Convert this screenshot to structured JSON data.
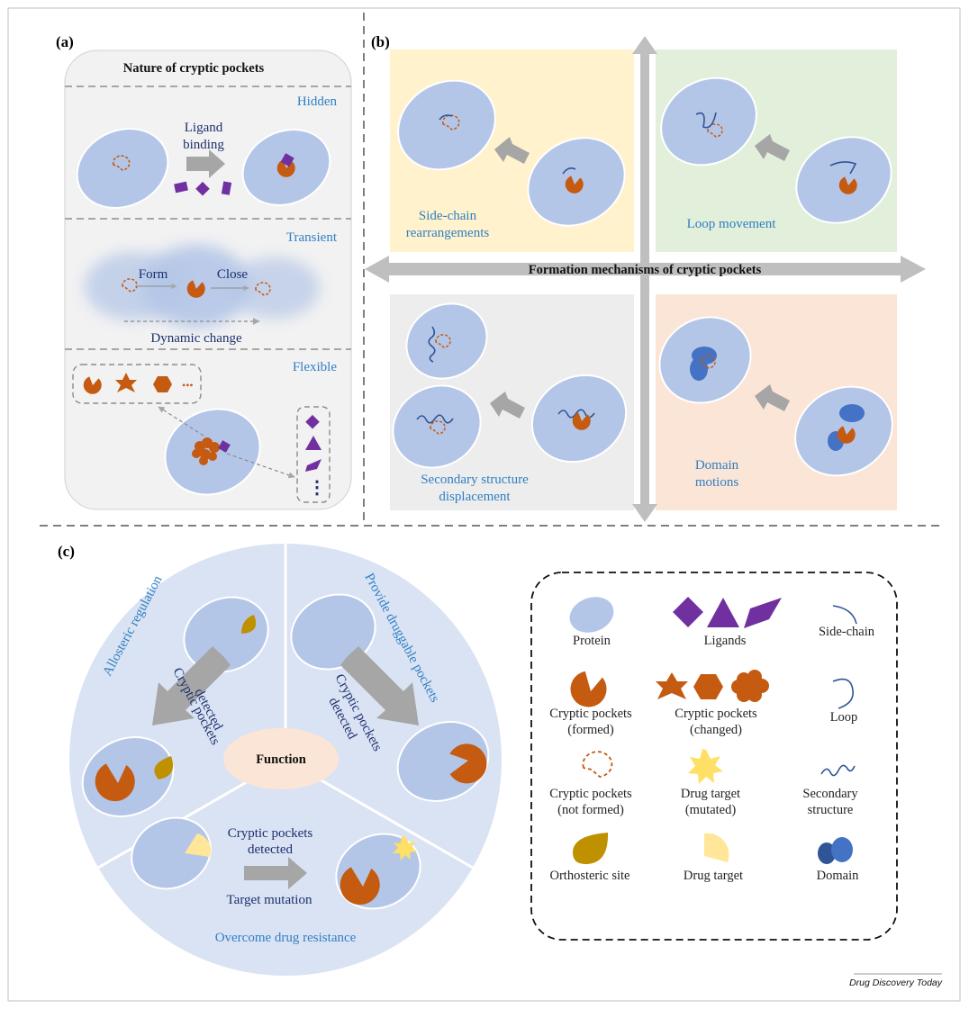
{
  "colors": {
    "protein": "#b4c6e7",
    "pocket": "#c55a11",
    "ligand": "#7030a0",
    "arrow": "#a6a6a6",
    "side_chain": "#2f5597",
    "orthosteric": "#bf9000",
    "drug_target": "#ffe699",
    "mutated": "#ffe066",
    "domain": "#4472c4",
    "text_blue": "#2f7fc4",
    "text_navy": "#1c2f6e",
    "quad_yellow": "#fff2cc",
    "quad_green": "#e2efda",
    "quad_gray": "#ededed",
    "quad_peach": "#fbe5d6",
    "function_center": "#fbe5d6",
    "circle_bg": "#dae3f3"
  },
  "panel_a": {
    "label": "(a)",
    "title": "Nature of cryptic pockets",
    "sections": {
      "hidden": {
        "label": "Hidden",
        "arrow_text": [
          "Ligand",
          "binding"
        ]
      },
      "transient": {
        "label": "Transient",
        "form": "Form",
        "close": "Close",
        "dynamic": "Dynamic change"
      },
      "flexible": {
        "label": "Flexible",
        "ellipsis": "•••",
        "vdots": "⋮"
      }
    }
  },
  "panel_b": {
    "label": "(b)",
    "title": "Formation mechanisms of cryptic pockets",
    "side_chain": [
      "Side-chain",
      "rearrangements"
    ],
    "loop": "Loop movement",
    "secondary": [
      "Secondary structure",
      "displacement"
    ],
    "domain": [
      "Domain",
      "motions"
    ]
  },
  "panel_c": {
    "label": "(c)",
    "center": "Function",
    "allosteric": "Allosteric regulation",
    "druggable": "Provide druggable pockets",
    "resistance": "Overcome drug resistance",
    "detected_left": [
      "Cryptic pockets",
      "detected"
    ],
    "detected_right": [
      "Cryptic pockets",
      "detected"
    ],
    "detected_bottom": [
      "Cryptic pockets",
      "detected"
    ],
    "target_mutation": "Target  mutation"
  },
  "legend": {
    "protein": "Protein",
    "ligands": "Ligands",
    "side_chain": "Side-chain",
    "formed": [
      "Cryptic pockets",
      "(formed)"
    ],
    "changed": [
      "Cryptic pockets",
      "(changed)"
    ],
    "loop": "Loop",
    "not_formed": [
      "Cryptic pockets",
      "(not formed)"
    ],
    "mutated": [
      "Drug target",
      "(mutated)"
    ],
    "secondary": [
      "Secondary",
      "structure"
    ],
    "orthosteric": "Orthosteric site",
    "drug_target": "Drug target",
    "domain": "Domain"
  },
  "credit": "Drug Discovery Today"
}
